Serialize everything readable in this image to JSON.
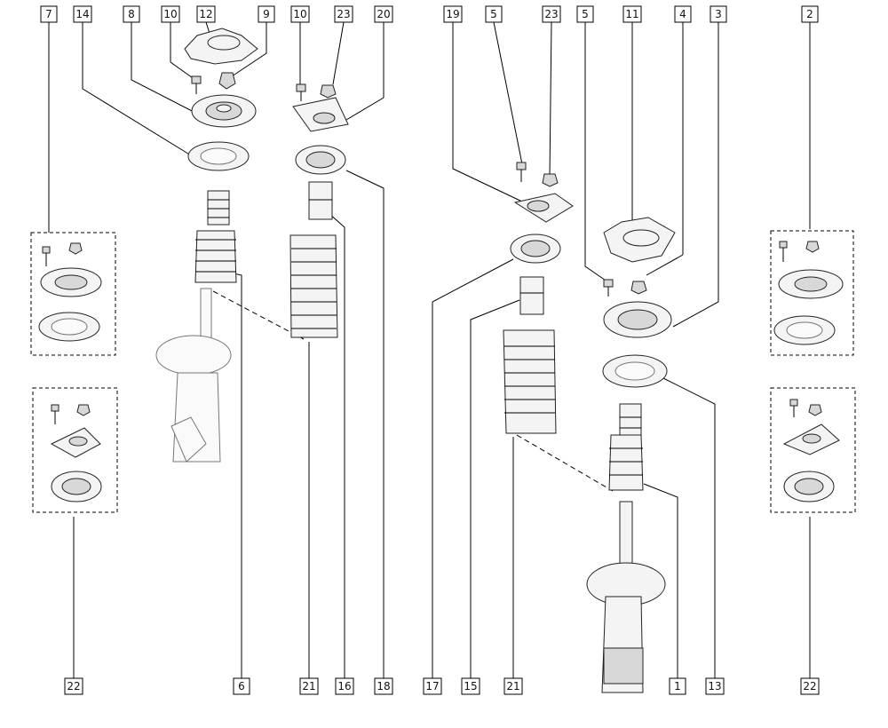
{
  "diagram": {
    "labels": [
      {
        "id": "callout-7",
        "text": "7"
      },
      {
        "id": "callout-14",
        "text": "14"
      },
      {
        "id": "callout-8",
        "text": "8"
      },
      {
        "id": "callout-10a",
        "text": "10"
      },
      {
        "id": "callout-12",
        "text": "12"
      },
      {
        "id": "callout-9",
        "text": "9"
      },
      {
        "id": "callout-10b",
        "text": "10"
      },
      {
        "id": "callout-23a",
        "text": "23"
      },
      {
        "id": "callout-20",
        "text": "20"
      },
      {
        "id": "callout-19",
        "text": "19"
      },
      {
        "id": "callout-5a",
        "text": "5"
      },
      {
        "id": "callout-23b",
        "text": "23"
      },
      {
        "id": "callout-5b",
        "text": "5"
      },
      {
        "id": "callout-11",
        "text": "11"
      },
      {
        "id": "callout-4",
        "text": "4"
      },
      {
        "id": "callout-3",
        "text": "3"
      },
      {
        "id": "callout-2",
        "text": "2"
      },
      {
        "id": "callout-22a",
        "text": "22"
      },
      {
        "id": "callout-6",
        "text": "6"
      },
      {
        "id": "callout-21a",
        "text": "21"
      },
      {
        "id": "callout-16",
        "text": "16"
      },
      {
        "id": "callout-18",
        "text": "18"
      },
      {
        "id": "callout-17",
        "text": "17"
      },
      {
        "id": "callout-15",
        "text": "15"
      },
      {
        "id": "callout-21b",
        "text": "21"
      },
      {
        "id": "callout-1",
        "text": "1"
      },
      {
        "id": "callout-13",
        "text": "13"
      },
      {
        "id": "callout-22b",
        "text": "22"
      }
    ]
  }
}
